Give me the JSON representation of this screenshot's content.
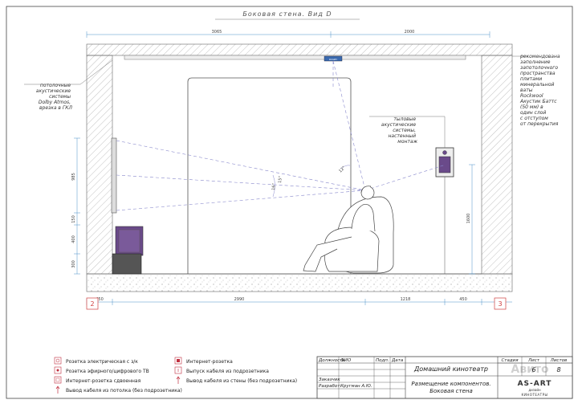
{
  "title": "Боковая стена. Вид D",
  "dimensions": {
    "top_left": "3065",
    "top_right": "2000",
    "bottom": [
      "450",
      "2990",
      "1218",
      "450"
    ],
    "left_vertical": [
      "985",
      "150",
      "400",
      "300"
    ],
    "right_vertical": "1600",
    "angle_a": "15°",
    "angle_b": "16°",
    "angle_c": "12°"
  },
  "markers": {
    "left": "2",
    "right": "3"
  },
  "annotations": {
    "ceiling_speaker": [
      "потолочные",
      "акустические",
      "системы",
      "Dolby Atmos,",
      "врезка в ГКЛ"
    ],
    "rear_speaker": [
      "тыловые",
      "акустические",
      "системы,",
      "настенный",
      "монтаж"
    ],
    "insulation": [
      "рекомендована",
      "заполнение",
      "запотолочного",
      "пространства",
      "плитами",
      "минеральной",
      "ваты",
      "Rockwool",
      "Акустик Баттс",
      "(50 мм) в",
      "один слой",
      "с отступом",
      "от перекрытия"
    ]
  },
  "legend": {
    "left": [
      {
        "icon": "socket-ground-icon",
        "label": "Розетка электрическая с з/к"
      },
      {
        "icon": "tv-socket-icon",
        "label": "Розетка эфирного/цифрового ТВ"
      },
      {
        "icon": "double-internet-socket-icon",
        "label": "Интернет-розетка сдвоенная"
      },
      {
        "icon": "cable-from-ceiling-icon",
        "label": "Вывод кабеля из потолка (без подрозетника)"
      }
    ],
    "right": [
      {
        "icon": "internet-socket-icon",
        "label": "Интернет-розетка"
      },
      {
        "icon": "cable-outlet-box-icon",
        "label": "Выпуск кабеля из подрозетника"
      },
      {
        "icon": "cable-from-wall-icon",
        "label": "Вывод кабеля из стены (без подрозетника)"
      }
    ]
  },
  "title_block": {
    "headers": [
      "Должность",
      "ФИО",
      "Подп.",
      "Дата"
    ],
    "rows": [
      {
        "role": "Заказчик",
        "name": ""
      },
      {
        "role": "Разработ.",
        "name": "Кругман А.Ю."
      }
    ],
    "project": "Домашний кинотеатр",
    "sheet_title": [
      "Размещение компонентов.",
      "Боковая стена"
    ],
    "stage_header": "Стадия",
    "sheet_header": "Лист",
    "sheets_header": "Листов",
    "sheet_no": "6",
    "sheets_total": "8",
    "logo_text": "AS-ART",
    "logo_sub": [
      "дизайн",
      "КИНОТЕАТРЫ"
    ],
    "watermark": "Авито"
  },
  "colors": {
    "line": "#555555",
    "dim_line": "#4a90c8",
    "sight_line": "#8888cc",
    "speaker_fill": "#6a4a8a",
    "marker": "#d04040",
    "legend_icon": "#c03040"
  }
}
